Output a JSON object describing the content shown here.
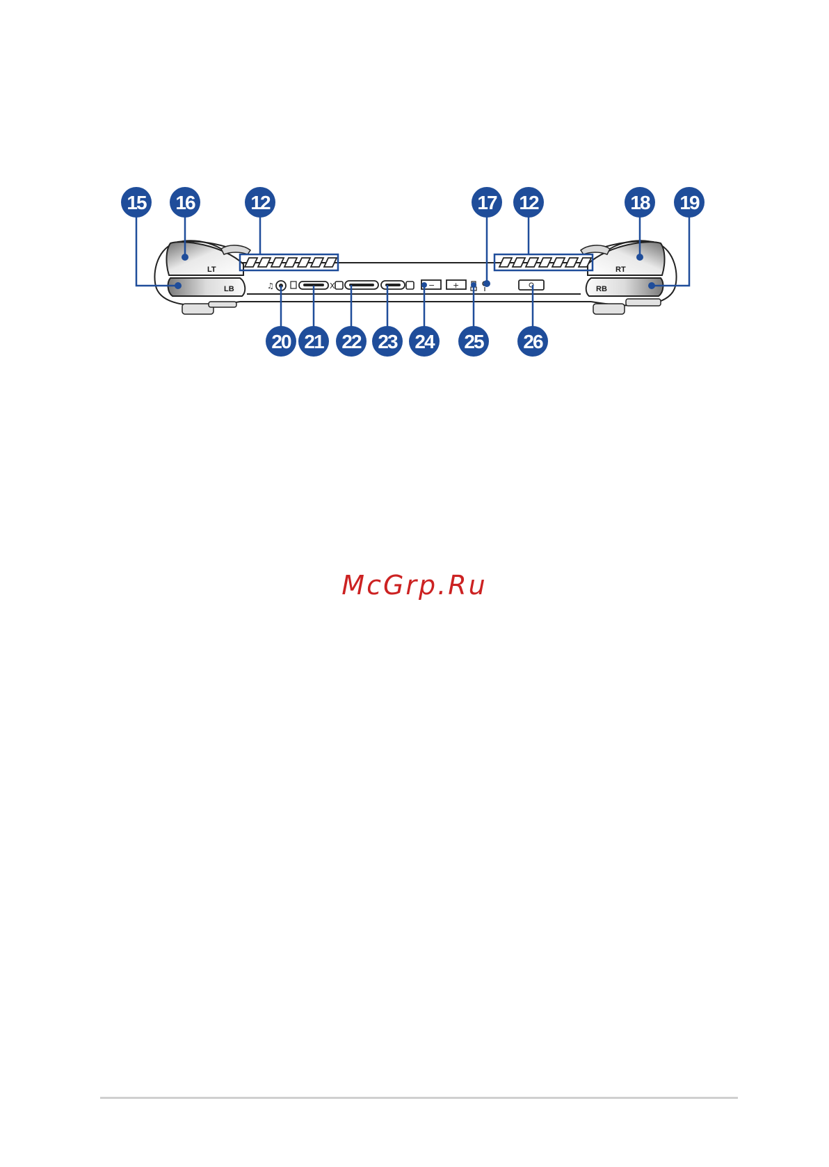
{
  "watermark": "McGrp.Ru",
  "colors": {
    "callout_fill": "#1f4d9a",
    "callout_line": "#1f4d9a",
    "watermark": "#cc2222",
    "device_outline": "#222222",
    "rule": "#cfcfcf"
  },
  "device": {
    "button_labels": {
      "lt": "LT",
      "lb": "LB",
      "rt": "RT",
      "rb": "RB"
    },
    "port_glyphs": {
      "audio_icon": "headphone-mic-icon",
      "sd_icon": "sd-card-icon",
      "xg_label": "XG",
      "volume_minus": "−",
      "volume_plus": "+"
    }
  },
  "callouts": {
    "c15": "15",
    "c16": "16",
    "c12a": "12",
    "c17": "17",
    "c12b": "12",
    "c18": "18",
    "c19": "19",
    "c20": "20",
    "c21": "21",
    "c22": "22",
    "c23": "23",
    "c24": "24",
    "c25": "25",
    "c26": "26"
  }
}
